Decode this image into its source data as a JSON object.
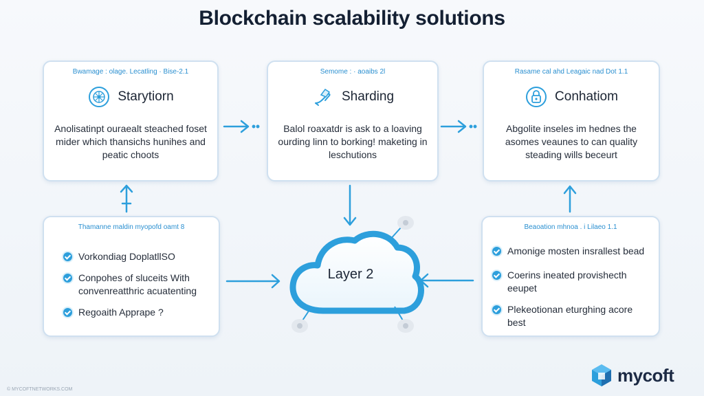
{
  "title": "Blockchain scalability  solutions",
  "cards": {
    "top_left": {
      "tag": "Bwamage : olage. Lecatling · Bise-2.1",
      "title": "Starytiorn",
      "icon": "globe-circuit-icon",
      "desc": "Anolisatinpt ouraealt steached foset mider which thansichs hunihes and peatic choots"
    },
    "top_middle": {
      "tag": "Semome : · aoaibs 2l",
      "title": "Sharding",
      "icon": "hand-shard-icon",
      "desc": "Balol roaxatdr is ask to a loaving ourding linn to borking! maketing in leschutions"
    },
    "top_right": {
      "tag": "Rasame cal ahd Leagaic nad Dot 1.1",
      "title": "Conhatiom",
      "icon": "lock-shield-icon",
      "desc": "Abgolite inseles im hednes the asomes veaunes to can quality steading wills beceurt"
    },
    "bottom_left": {
      "tag": "Thamanne maldin myopofd oamt 8",
      "items": [
        "Vorkondiag DoplatllSO",
        "Conpohes of sluceits With convenreatthric acuatenting",
        "Regoaith Apprape ?"
      ]
    },
    "bottom_right": {
      "tag": "Beaoation mhnoa . i Lilaeo 1.1",
      "items": [
        "Amonige mosten insrallest bead",
        "Coerins ineated provishecth eeupet",
        "Plekeotionan eturghing acore best"
      ]
    }
  },
  "center": {
    "label": "Layer 2",
    "icon": "cloud-icon"
  },
  "colors": {
    "accent": "#2d9fdc",
    "title": "#142033",
    "card_border": "#cfe0f0"
  },
  "logo": {
    "text": "mycoft",
    "icon": "hexagon-logo-icon"
  },
  "watermark": "© MYCOFTNETWORKS.COM"
}
